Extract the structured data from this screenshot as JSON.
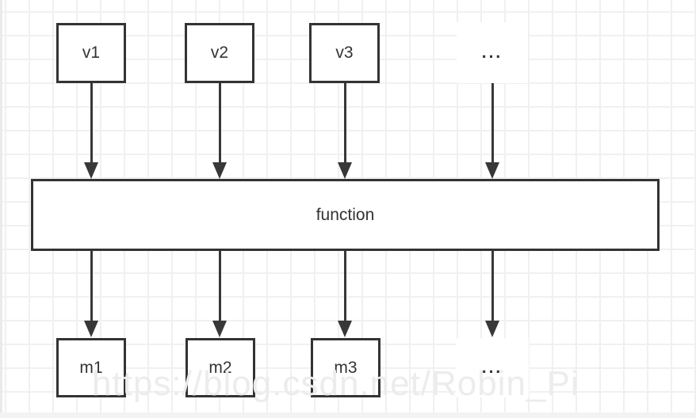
{
  "diagram": {
    "inputs": [
      {
        "label": "v1"
      },
      {
        "label": "v2"
      },
      {
        "label": "v3"
      },
      {
        "label": "..."
      }
    ],
    "process": {
      "label": "function"
    },
    "outputs": [
      {
        "label": "m1"
      },
      {
        "label": "m2"
      },
      {
        "label": "m3"
      },
      {
        "label": "..."
      }
    ],
    "colors": {
      "node_stroke": "#333333",
      "node_fill": "#ffffff",
      "arrow": "#383838",
      "grid_line": "#f0f0f0",
      "canvas_bg": "#ffffff",
      "label_text": "#333333",
      "watermark_text": "#ececec"
    }
  },
  "watermark": {
    "text": "https://blog.csdn.net/Robin_Pi"
  }
}
